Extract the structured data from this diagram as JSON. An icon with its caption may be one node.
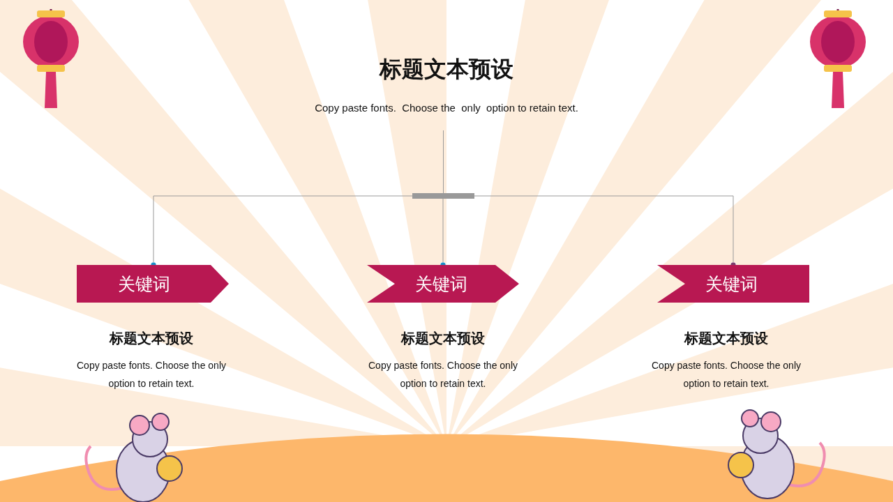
{
  "diagram": {
    "title": "标题文本预设",
    "nodes": [
      {
        "text": [],
        "shape": "bar"
      },
      {
        "text": [
          "关键词"
        ],
        "beside": [
          "标题文本预设",
          "Copy paste fonts. Choose the only option to retain text."
        ]
      },
      {
        "text": [
          "关键词"
        ],
        "beside": [
          "标题文本预设",
          "Copy paste fonts. Choose the only option to retain text."
        ]
      },
      {
        "text": [
          "关键词"
        ],
        "beside": [
          "标题文本预设",
          "Copy paste fonts. Choose the only option to retain text."
        ]
      }
    ],
    "edges": [
      {
        "from": null,
        "to": 0,
        "arrow": "none"
      },
      {
        "from": 0,
        "to": 1,
        "arrow": "other"
      },
      {
        "from": 0,
        "to": 2,
        "arrow": "other"
      },
      {
        "from": 0,
        "to": 3,
        "arrow": "other"
      }
    ],
    "labels": [
      "Copy paste fonts.  Choose the  only  option to retain text."
    ]
  }
}
